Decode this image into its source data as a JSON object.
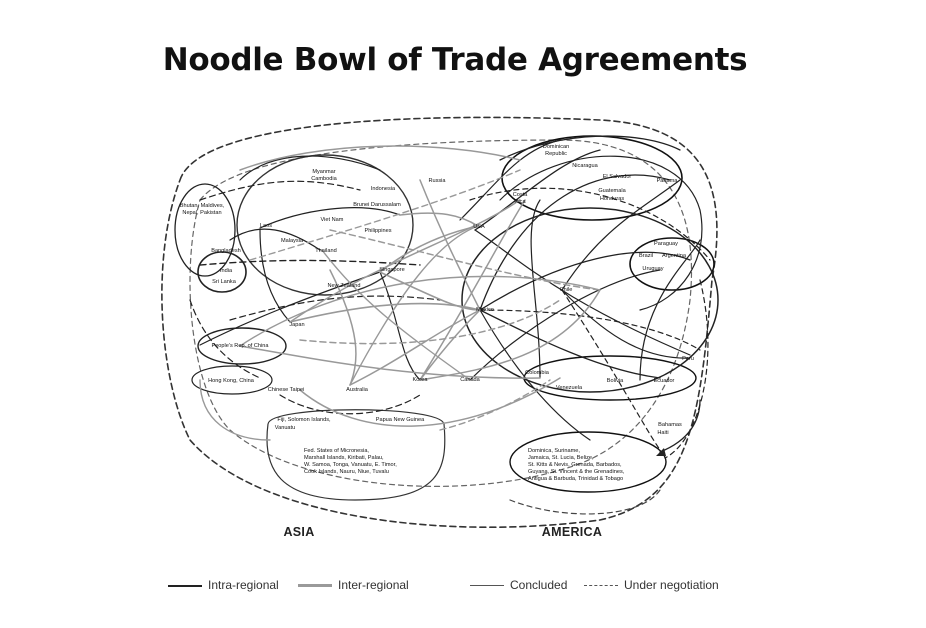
{
  "title": "Noodle Bowl of Trade Agreements",
  "regions": {
    "asia": "ASIA",
    "america": "AMERICA"
  },
  "asia_labels": {
    "bhutan": [
      "Bhutan, Maldives,",
      "Nepal, Pakistan"
    ],
    "myanmar": "Myanmar",
    "cambodia": "Cambodia",
    "indonesia": "Indonesia",
    "russia": "Russia",
    "brunei": "Brunei Darussalam",
    "laos": "Laos",
    "vietnam": "Viet Nam",
    "philippines": "Philippines",
    "malaysia": "Malaysia",
    "thailand": "Thailand",
    "bangladesh": "Bangladesh",
    "india": "India",
    "srilanka": "Sri Lanka",
    "singapore": "Singapore",
    "newzealand": "New Zealand",
    "japan": "Japan",
    "prc": "People's Rep. of China",
    "hongkong": "Hong Kong, China",
    "taipei": "Chinese Taipei",
    "australia": "Australia",
    "korea": "Korea",
    "fiji": [
      "Fiji, Solomon Islands,",
      "Vanuatu"
    ],
    "png": "Papua New Guinea",
    "pacific": [
      "Fed. States of Micronesia,",
      "Marshall Islands, Kiribati, Palau,",
      "W. Samoa, Tonga, Vanuatu, E. Timor,",
      "Cook Islands, Nauru, Niue, Tuvalu"
    ]
  },
  "america_labels": {
    "dominican": [
      "Dominican",
      "Republic"
    ],
    "nicaragua": "Nicaragua",
    "elsalvador": "El Salvador",
    "costarica": [
      "Costa",
      "Rica"
    ],
    "guatemala": [
      "Guatemala",
      "Honduras"
    ],
    "panama": "Panama",
    "usa": "USA",
    "paraguay": "Paraguay",
    "brazil": "Brazil",
    "argentina": "Argentina",
    "uruguay": "Uruguay",
    "chile": "Chile",
    "mexico": "Mexico",
    "canada": "Canada",
    "peru": "Peru",
    "colombia": "Colombia",
    "venezuela": "Venezuela",
    "bolivia": "Bolivia",
    "ecuador": "Ecuador",
    "bahamas": [
      "Bahamas",
      "Haiti"
    ],
    "caribbean": [
      "Dominica, Suriname,",
      "Jamaica, St. Lucia, Belize,",
      "St. Kitts & Nevis, Grenada, Barbados,",
      "Guyana, St. Vincent & the Grenadines,",
      "Antigua & Barbuda, Trinidad & Tobago"
    ]
  },
  "legend": {
    "intra": "Intra-regional",
    "inter": "Inter-regional",
    "concluded": "Concluded",
    "negotiation": "Under negotiation"
  },
  "colors": {
    "intra": "#222222",
    "inter": "#9a9a9a",
    "text": "#111111"
  }
}
